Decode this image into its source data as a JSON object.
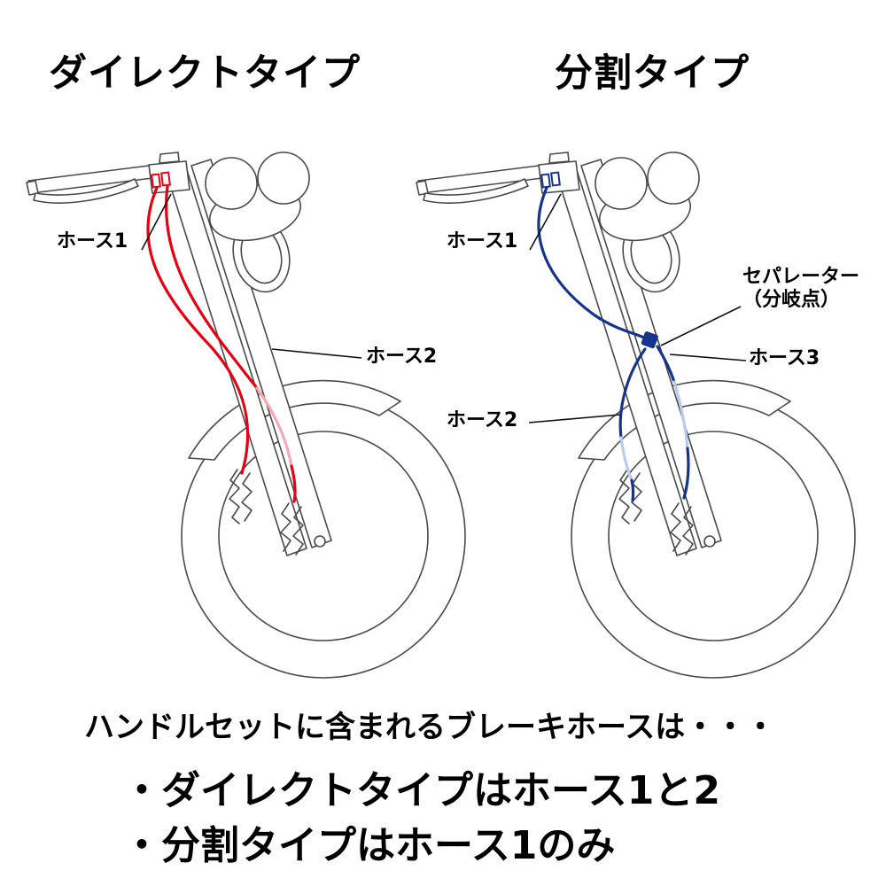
{
  "left_diagram": {
    "title": "ダイレクトタイプ",
    "labels": {
      "hose1": "ホース1",
      "hose2": "ホース2"
    }
  },
  "right_diagram": {
    "title": "分割タイプ",
    "labels": {
      "hose1": "ホース1",
      "hose2": "ホース2",
      "hose3": "ホース3",
      "separator_line1": "セパレーター",
      "separator_line2": "（分岐点）"
    }
  },
  "footer": {
    "intro": "ハンドルセットに含まれるブレーキホースは・・・",
    "bullet1": "・ダイレクトタイプはホース1と2",
    "bullet2": "・分割タイプはホース1のみ"
  },
  "colors": {
    "red": "#e60012",
    "red_pale": "#f4aab6",
    "blue": "#16338e",
    "blue_pale": "#b9cce9",
    "line": "#4a4a4a",
    "leader": "#111111"
  }
}
